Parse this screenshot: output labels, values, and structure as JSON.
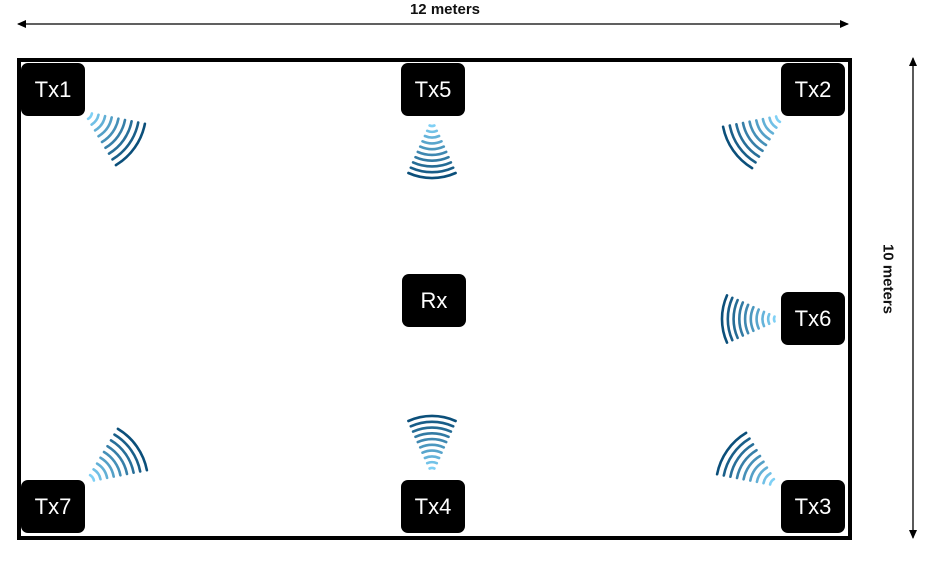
{
  "dimensions": {
    "width_label": "12 meters",
    "height_label": "10 meters"
  },
  "nodes": {
    "tx1": "Tx1",
    "tx2": "Tx2",
    "tx3": "Tx3",
    "tx4": "Tx4",
    "tx5": "Tx5",
    "tx6": "Tx6",
    "tx7": "Tx7",
    "rx": "Rx"
  },
  "colors": {
    "wave_light": "#7fd0f5",
    "wave_dark": "#0b4f7a",
    "node_fill": "#000000",
    "node_text": "#ffffff"
  }
}
